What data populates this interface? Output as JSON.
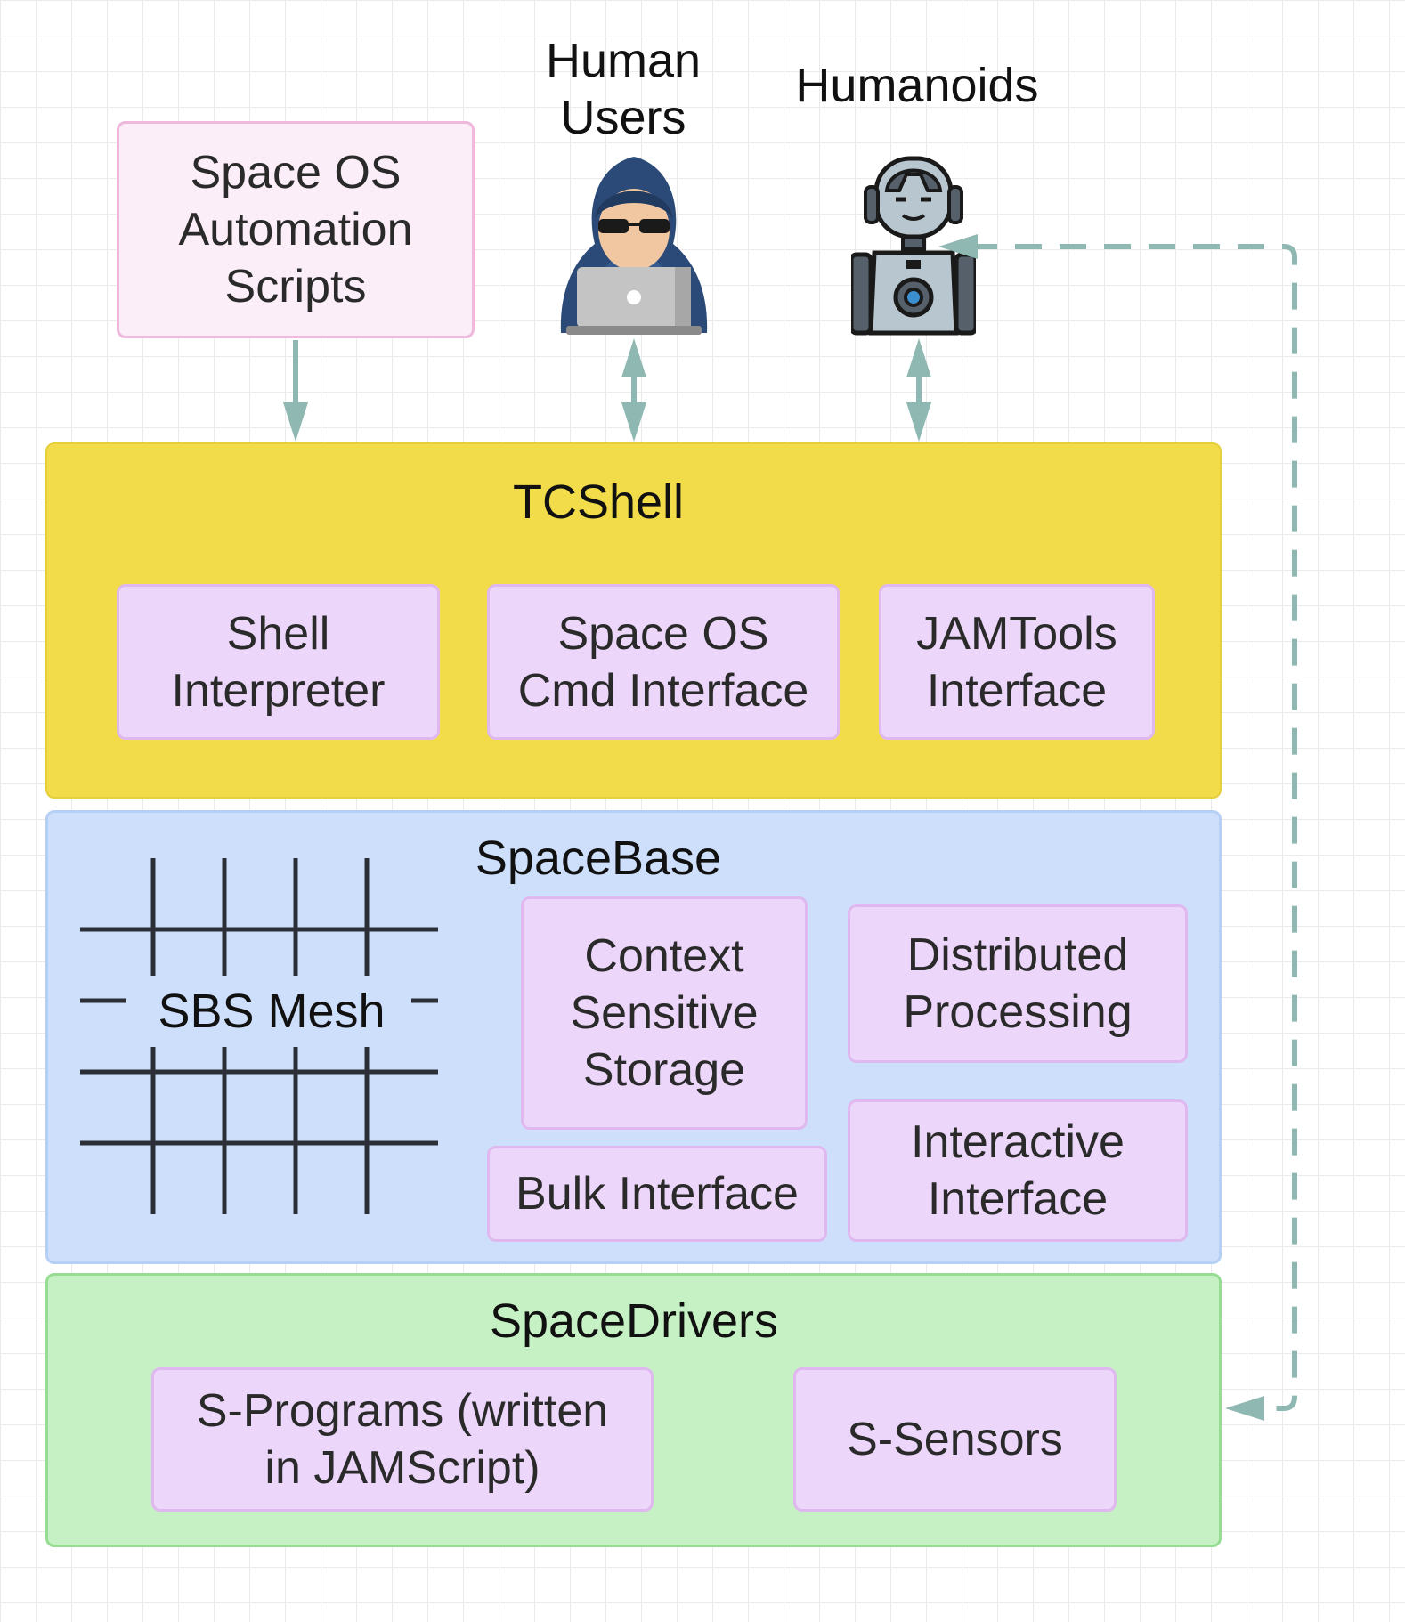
{
  "top": {
    "scripts_box": "Space OS\nAutomation\nScripts",
    "human_users_label": "Human\nUsers",
    "humanoids_label": "Humanoids"
  },
  "tcshell": {
    "title": "TCShell",
    "items": [
      "Shell\nInterpreter",
      "Space OS\nCmd Interface",
      "JAMTools\nInterface"
    ]
  },
  "spacebase": {
    "title": "SpaceBase",
    "mesh_label": "SBS Mesh",
    "context_storage": "Context\nSensitive\nStorage",
    "distributed_processing": "Distributed\nProcessing",
    "bulk_interface": "Bulk Interface",
    "interactive_interface": "Interactive\nInterface"
  },
  "spacedrivers": {
    "title": "SpaceDrivers",
    "s_programs": "S-Programs (written\nin JAMScript)",
    "s_sensors": "S-Sensors"
  },
  "colors": {
    "tcshell_bg": "#f2dc4a",
    "spacebase_bg": "#cddffb",
    "spacedrivers_bg": "#c6f1c4",
    "component_bg": "#ecd6f9",
    "arrow": "#8fb8b3"
  },
  "icons": {
    "human": "hooded-hacker-with-laptop-icon",
    "humanoid": "robot-icon",
    "mesh": "grid-mesh-icon"
  }
}
